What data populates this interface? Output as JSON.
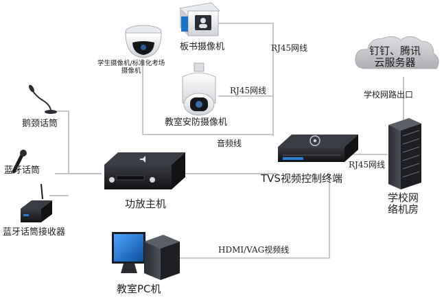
{
  "devices": {
    "blackboard_camera": "板书摄像机",
    "student_camera": "学生摄像机/标准化考场\n摄像机",
    "security_camera": "教室安防摄像机",
    "gooseneck_mic": "鹅颈话筒",
    "bluetooth_mic": "蓝牙话筒",
    "bluetooth_receiver": "蓝牙话筒接收器",
    "amplifier": "功放主机",
    "tvs_controller": "TVS视频控制终端",
    "school_server_room": "学校网\n络机房",
    "classroom_pc": "教室PC机",
    "cloud_server": "钉钉、腾讯\n云服务器"
  },
  "connections": {
    "rj45_top": "RJ45网线",
    "rj45_mid": "RJ45网线",
    "rj45_right": "RJ45网线",
    "audio": "音频线",
    "school_exit": "学校网路出口",
    "hdmi": "HDMI/VAG视频线"
  },
  "colors": {
    "line": "#b5b5b5",
    "cloud_fill": "#c9cacd",
    "device_dark": "#1d1f24",
    "screen_blue": "#1e73c8"
  }
}
